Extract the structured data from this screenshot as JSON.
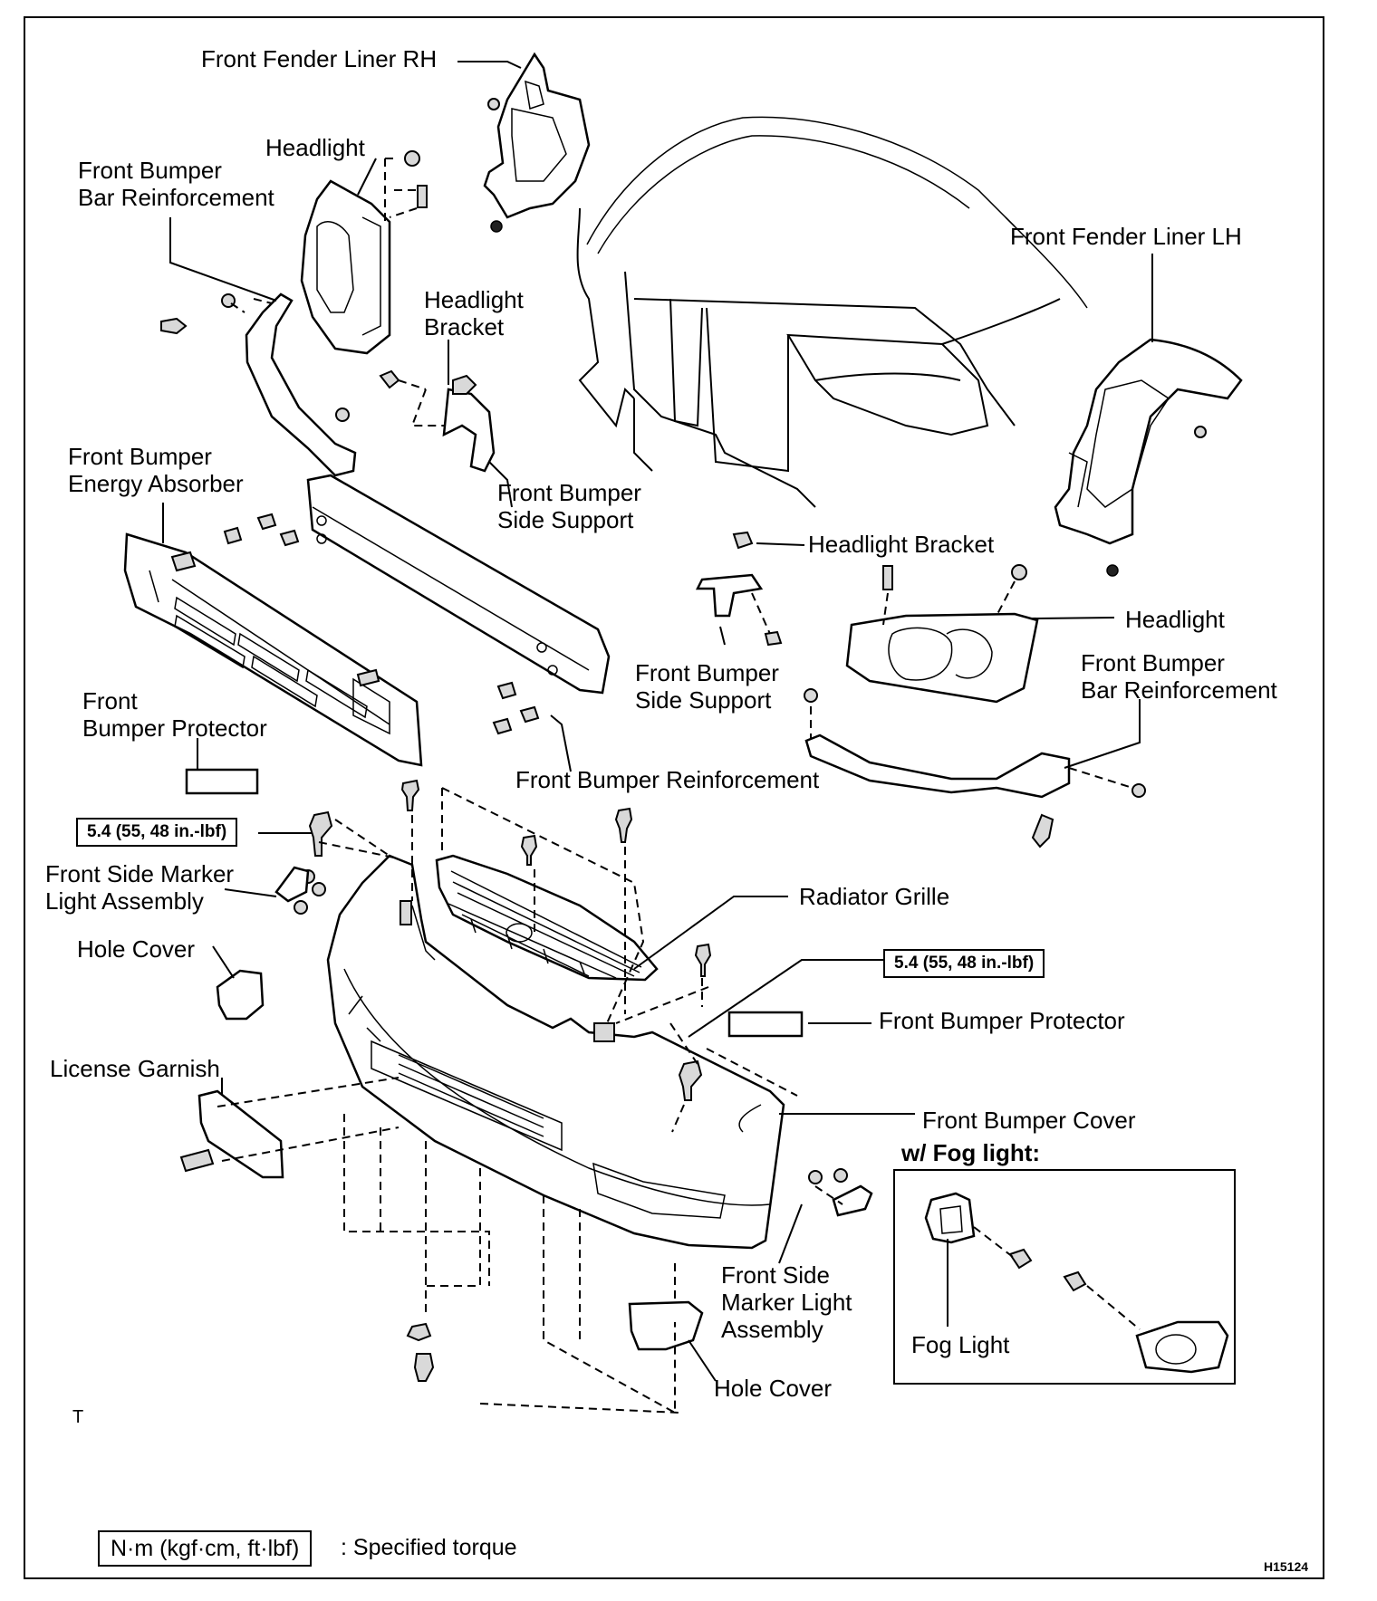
{
  "labels": {
    "fender_liner_rh": "Front Fender Liner RH",
    "headlight_left": "Headlight",
    "bar_reinf_left_1": "Front Bumper",
    "bar_reinf_left_2": "Bar Reinforcement",
    "fender_liner_lh": "Front Fender Liner LH",
    "headlight_bracket_left_1": "Headlight",
    "headlight_bracket_left_2": "Bracket",
    "energy_absorber_1": "Front Bumper",
    "energy_absorber_2": "Energy Absorber",
    "side_support_left_1": "Front Bumper",
    "side_support_left_2": "Side Support",
    "headlight_bracket_right": "Headlight Bracket",
    "headlight_right": "Headlight",
    "side_support_right_1": "Front Bumper",
    "side_support_right_2": "Side Support",
    "bar_reinf_right_1": "Front Bumper",
    "bar_reinf_right_2": "Bar Reinforcement",
    "protector_left_1": "Front",
    "protector_left_2": "Bumper Protector",
    "bumper_reinforcement": "Front Bumper Reinforcement",
    "side_marker_left_1": "Front Side Marker",
    "side_marker_left_2": "Light Assembly",
    "radiator_grille": "Radiator Grille",
    "hole_cover_left": "Hole Cover",
    "protector_right": "Front Bumper Protector",
    "license_garnish": "License Garnish",
    "bumper_cover": "Front Bumper Cover",
    "fog_light_title": "w/ Fog light:",
    "fog_light": "Fog Light",
    "side_marker_right_1": "Front Side",
    "side_marker_right_2": "Marker Light",
    "side_marker_right_3": "Assembly",
    "hole_cover_right": "Hole Cover",
    "corner_mark": "T"
  },
  "torque": {
    "left": "5.4 (55, 48 in.-lbf)",
    "right": "5.4 (55, 48 in.-lbf)"
  },
  "legend": {
    "unit": "N·m (kgf·cm, ft·lbf)",
    "meaning": ": Specified torque"
  },
  "figure_number": "H15124"
}
